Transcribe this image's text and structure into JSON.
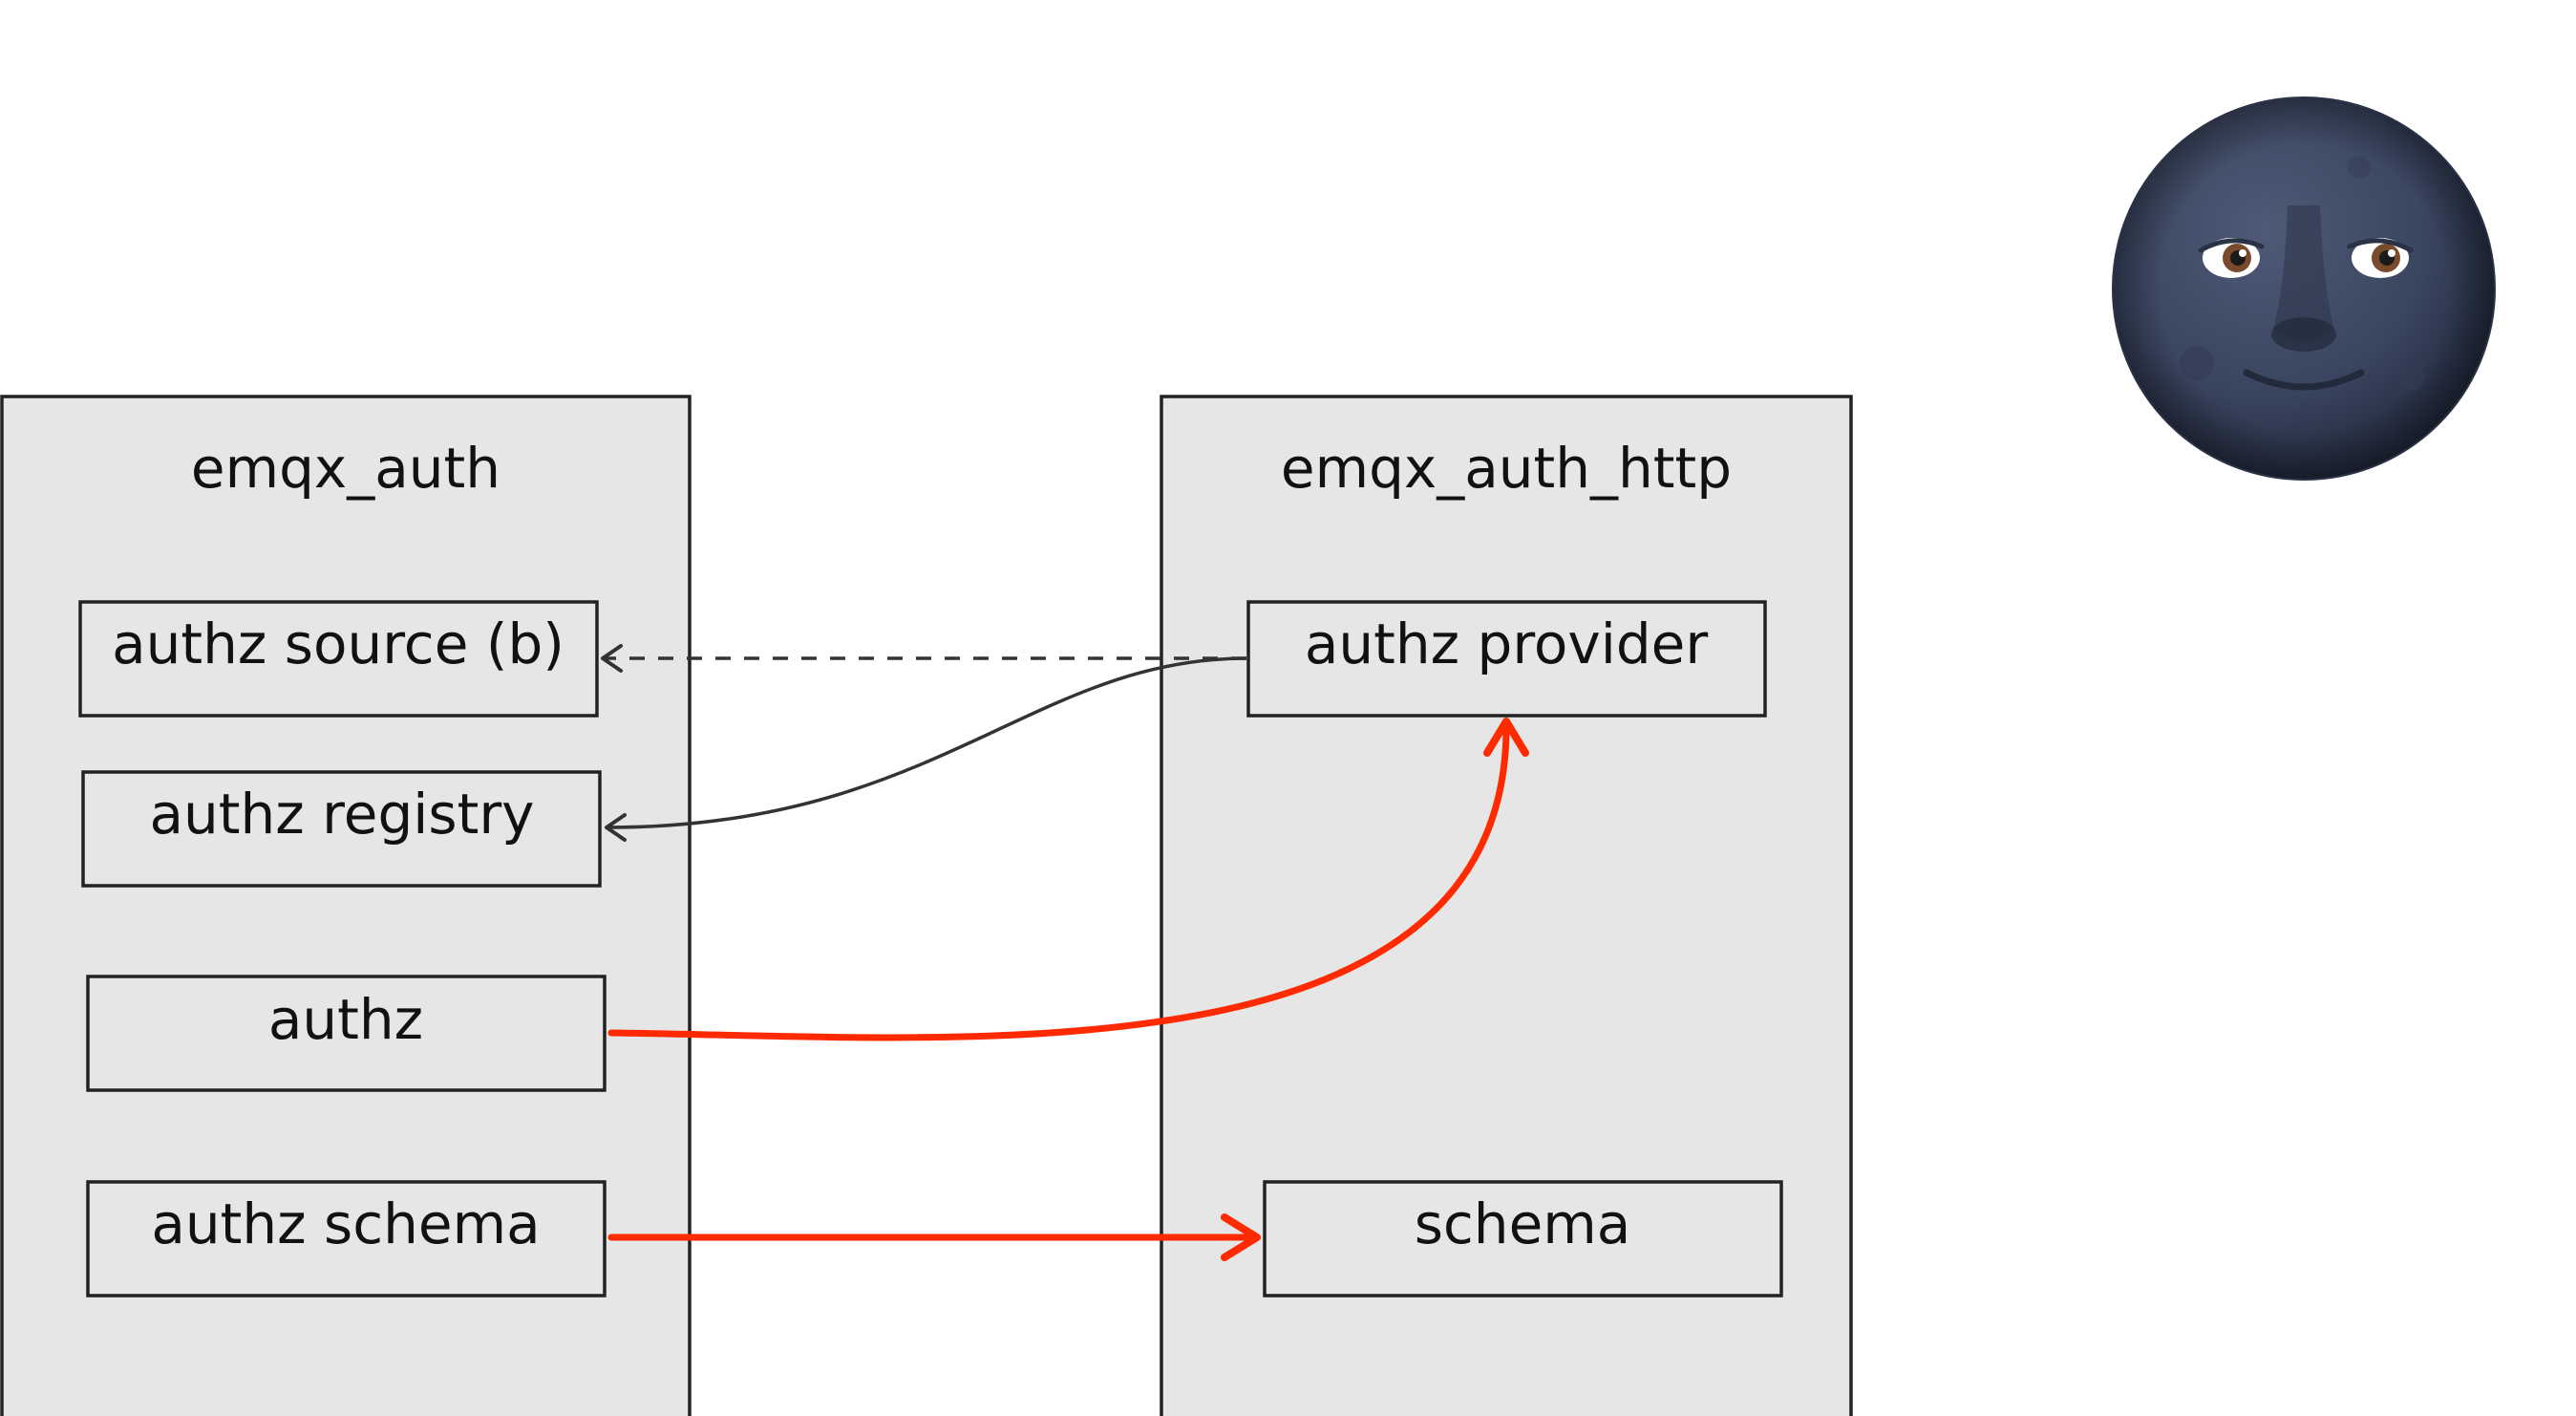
{
  "modules": {
    "left": {
      "title": "emqx_auth"
    },
    "right": {
      "title": "emqx_auth_http"
    }
  },
  "nodes": {
    "authz_source": "authz source (b)",
    "authz_registry": "authz registry",
    "authz": "authz",
    "authz_schema": "authz schema",
    "authz_provider": "authz provider",
    "schema": "schema"
  },
  "edges": [
    {
      "from": "authz provider",
      "to": "authz source (b)",
      "style": "dashed"
    },
    {
      "from": "authz provider",
      "to": "authz registry",
      "style": "solid"
    },
    {
      "from": "authz",
      "to": "authz provider",
      "style": "highlight"
    },
    {
      "from": "authz schema",
      "to": "schema",
      "style": "highlight"
    }
  ],
  "colors": {
    "module_fill": "#e6e6e6",
    "stroke": "#222222",
    "highlight": "#ff2a00"
  },
  "decoration": {
    "icon": "new-moon-face-icon"
  }
}
